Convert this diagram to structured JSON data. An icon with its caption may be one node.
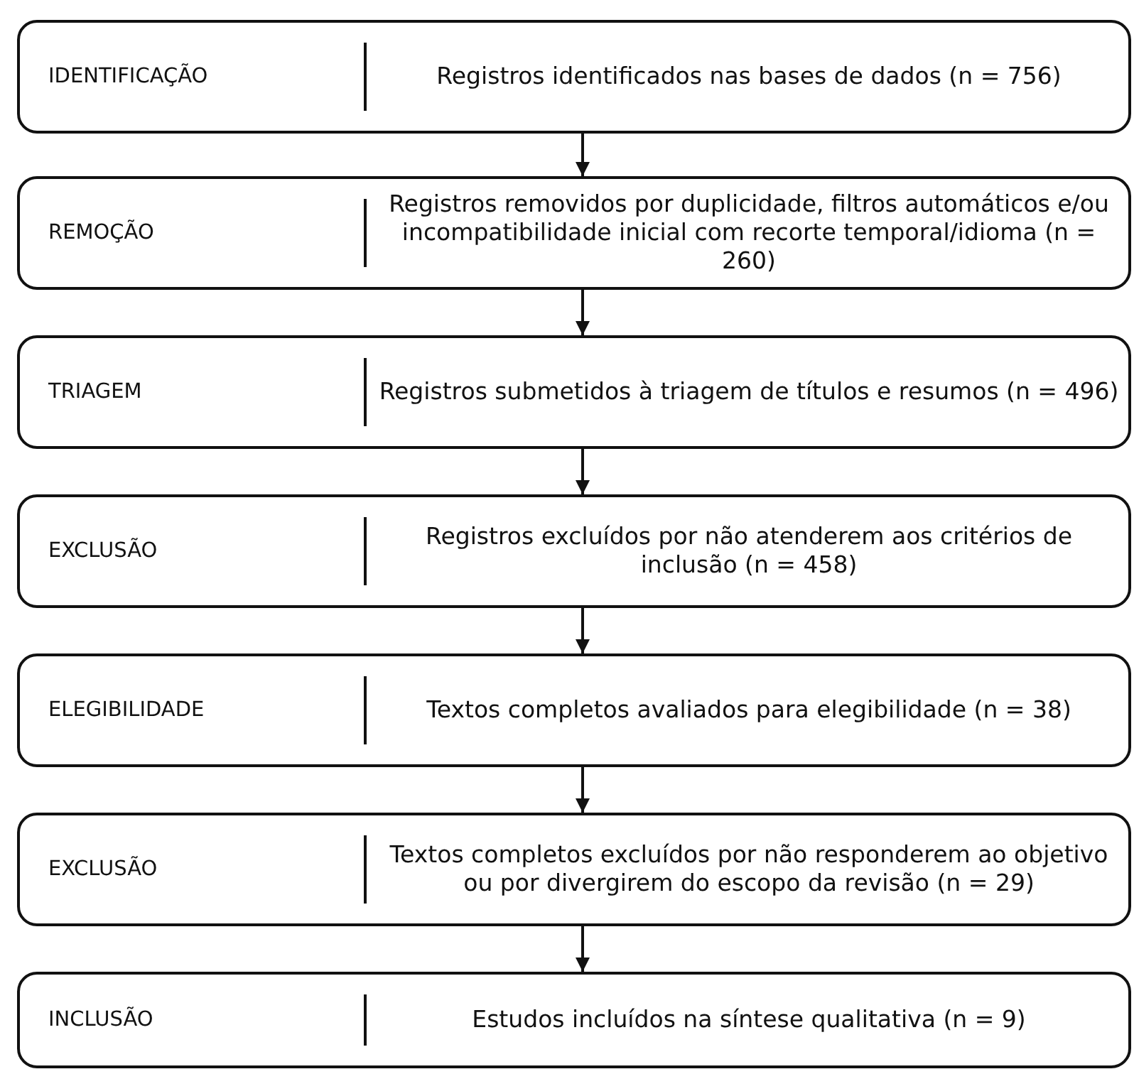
{
  "diagram": {
    "nodes": [
      {
        "text": [
          "IDENTIFICAÇÃO",
          "Registros identificados nas bases de dados (n = 756)"
        ]
      },
      {
        "text": [
          "REMOÇÃO",
          "Registros removidos por duplicidade, filtros automáticos e/ou incompatibilidade inicial com recorte temporal/idioma (n = 260)"
        ]
      },
      {
        "text": [
          "TRIAGEM",
          "Registros submetidos à triagem de títulos e resumos (n = 496)"
        ]
      },
      {
        "text": [
          "EXCLUSÃO",
          "Registros excluídos por não atenderem aos critérios de inclusão (n = 458)"
        ]
      },
      {
        "text": [
          "ELEGIBILIDADE",
          "Textos completos avaliados para elegibilidade (n = 38)"
        ]
      },
      {
        "text": [
          "EXCLUSÃO",
          "Textos completos excluídos por não responderem ao objetivo ou por divergirem do escopo da revisão (n = 29)"
        ]
      },
      {
        "text": [
          "INCLUSÃO",
          "Estudos incluídos na síntese qualitativa (n = 9)"
        ]
      }
    ],
    "edges": [
      {
        "from": 0,
        "to": 1,
        "arrow": "to"
      },
      {
        "from": 1,
        "to": 2,
        "arrow": "to"
      },
      {
        "from": 2,
        "to": 3,
        "arrow": "to"
      },
      {
        "from": 3,
        "to": 4,
        "arrow": "to"
      },
      {
        "from": 4,
        "to": 5,
        "arrow": "to"
      },
      {
        "from": 5,
        "to": 6,
        "arrow": "to"
      }
    ]
  }
}
